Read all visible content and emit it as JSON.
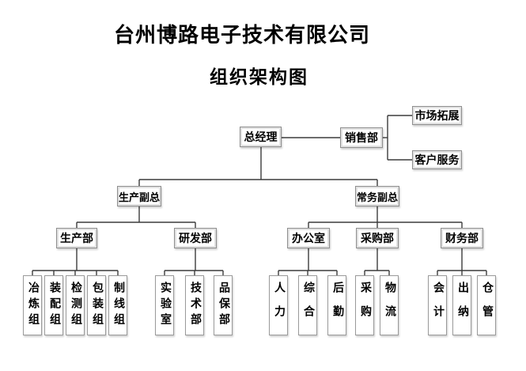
{
  "title": "台州博路电子技术有限公司",
  "subtitle": "组织架构图",
  "org": {
    "root": {
      "label": "总经理"
    },
    "sales": {
      "label": "销售部",
      "children": [
        {
          "label": "市场拓展"
        },
        {
          "label": "客户服务"
        }
      ]
    },
    "vps": [
      {
        "label": "生产副总"
      },
      {
        "label": "常务副总"
      }
    ],
    "departments": [
      {
        "label": "生产部",
        "teams": [
          "冶炼组",
          "装配组",
          "检测组",
          "包装组",
          "制线组"
        ]
      },
      {
        "label": "研发部",
        "teams": [
          "实验室",
          "技术部",
          "品保部"
        ]
      },
      {
        "label": "办公室",
        "teams": [
          "人力",
          "综合",
          "后勤"
        ]
      },
      {
        "label": "采购部",
        "teams": [
          "采购",
          "物流"
        ]
      },
      {
        "label": "财务部",
        "teams": [
          "会计",
          "出纳",
          "仓管"
        ]
      }
    ]
  },
  "colors": {
    "line": "#3b3b3b",
    "box_border": "#8f8f8f",
    "box_inner_frame": "#e2e2e2",
    "background": "#ffffff",
    "text": "#000000"
  }
}
